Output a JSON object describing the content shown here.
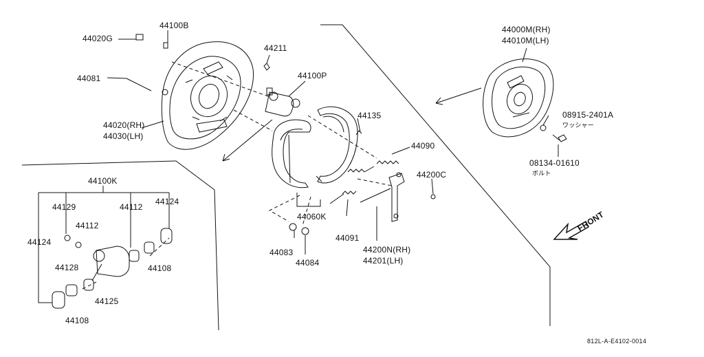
{
  "labels": {
    "p44020G": "44020G",
    "p44100B": "44100B",
    "p44211": "44211",
    "p44081": "44081",
    "p44100P": "44100P",
    "p44020": "44020(RH)",
    "p44030": "44030(LH)",
    "p44135": "44135",
    "p44090": "44090",
    "p44200C": "44200C",
    "p44060K": "44060K",
    "p44091": "44091",
    "p44200N": "44200N(RH)",
    "p44201": "44201(LH)",
    "p44083": "44083",
    "p44084": "44084",
    "p44000M": "44000M(RH)",
    "p44010M": "44010M(LH)",
    "p08915": "08915-2401A",
    "p08915_jp": "ワッシャー",
    "p08134": "08134-01610",
    "p08134_jp": "ボルト",
    "p44100K": "44100K",
    "p44129": "44129",
    "p44112a": "44112",
    "p44124a": "44124",
    "p44112b": "44112",
    "p44124b": "44124",
    "p44128": "44128",
    "p44108a": "44108",
    "p44125": "44125",
    "p44108b": "44108",
    "front": "FRONT",
    "ref": "812L-A-E4102-0014"
  }
}
